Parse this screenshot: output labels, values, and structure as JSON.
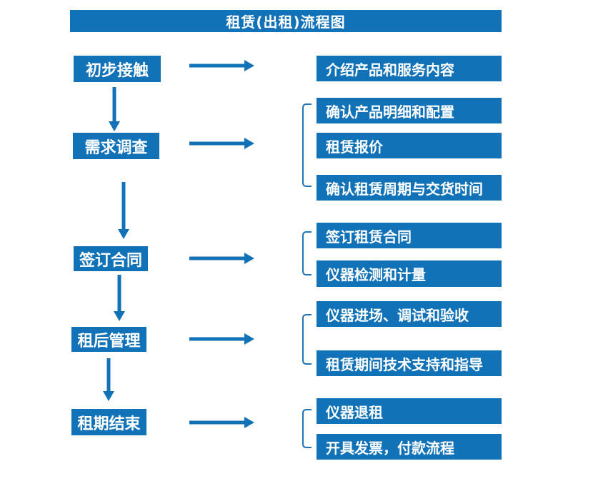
{
  "title": "租赁(出租)流程图",
  "colors": {
    "accent_blue": "#1272B8",
    "bracket_blue": "#2473B5",
    "text_on_blue": "#FFFFFF",
    "background": "#FFFFFF"
  },
  "steps": [
    {
      "label": "初步接触",
      "outputs": [
        "介绍产品和服务内容"
      ]
    },
    {
      "label": "需求调查",
      "outputs": [
        "确认产品明细和配置",
        "租赁报价",
        "确认租赁周期与交货时间"
      ]
    },
    {
      "label": "签订合同",
      "outputs": [
        "签订租赁合同",
        "仪器检测和计量"
      ]
    },
    {
      "label": "租后管理",
      "outputs": [
        "仪器进场、调试和验收",
        "租赁期间技术支持和指导"
      ]
    },
    {
      "label": "租期结束",
      "outputs": [
        "仪器退租",
        "开具发票，付款流程"
      ]
    }
  ]
}
